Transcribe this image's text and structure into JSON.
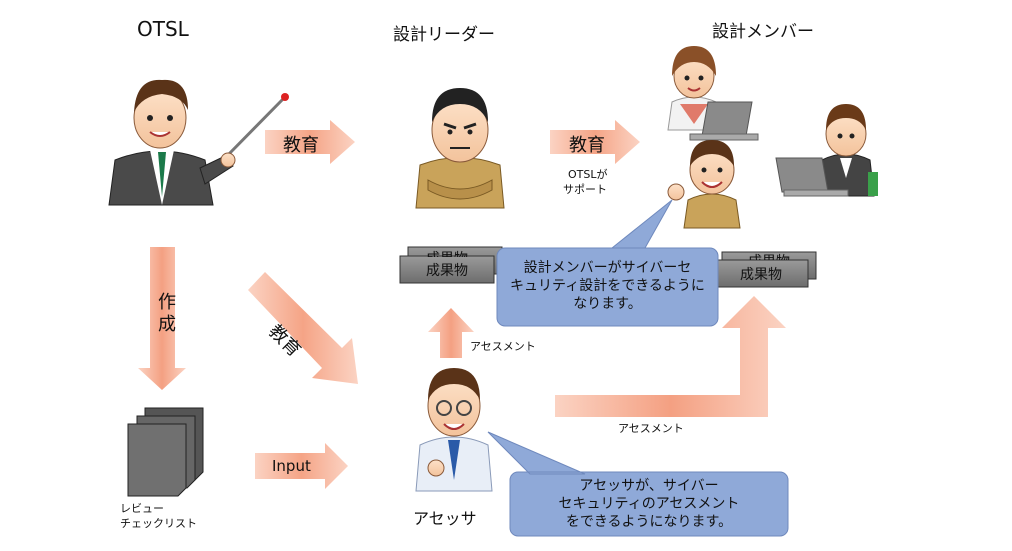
{
  "headings": {
    "otsl": "OTSL",
    "leader": "設計リーダー",
    "members": "設計メンバー",
    "assessor": "アセッサ"
  },
  "arrows": {
    "edu1": "教育",
    "edu2": "教育",
    "edu_diag": "教育",
    "create": "作成",
    "input": "Input"
  },
  "labels": {
    "otsl_support_1": "OTSLが",
    "otsl_support_2": "サポート",
    "review_1": "レビュー",
    "review_2": "チェックリスト",
    "assessment_left": "アセスメント",
    "assessment_right": "アセスメント",
    "deliverable_back_left": "成果物",
    "deliverable_front_left": "成果物",
    "deliverable_back_right": "成果物",
    "deliverable_front_right": "成果物"
  },
  "bubbles": {
    "members": [
      "設計メンバーがサイバーセ",
      "キュリティ設計をできるように",
      "なります。"
    ],
    "assessor": [
      "アセッサが、サイバー",
      "セキュリティのアセスメント",
      "をできるようになります。"
    ]
  },
  "colors": {
    "arrow": "#f4a082",
    "bubble_fill": "#8fa9d8",
    "bubble_stroke": "#6f89bd",
    "box_fill": "#7f7f7f"
  }
}
